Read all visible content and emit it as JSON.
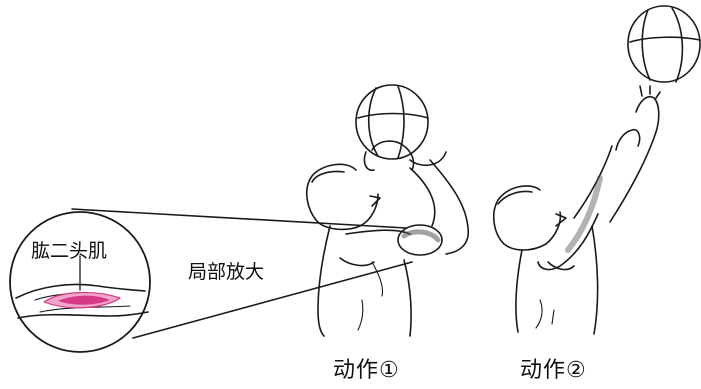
{
  "labels": {
    "muscle_name": "肱二头肌",
    "zoom_label": "局部放大",
    "action_1": "动作①",
    "action_2": "动作②"
  },
  "colors": {
    "line": "#1a1a1a",
    "muscle": "#d63a86",
    "muscle_light": "#f2a6cc",
    "highlight_muscle": "#555555"
  }
}
